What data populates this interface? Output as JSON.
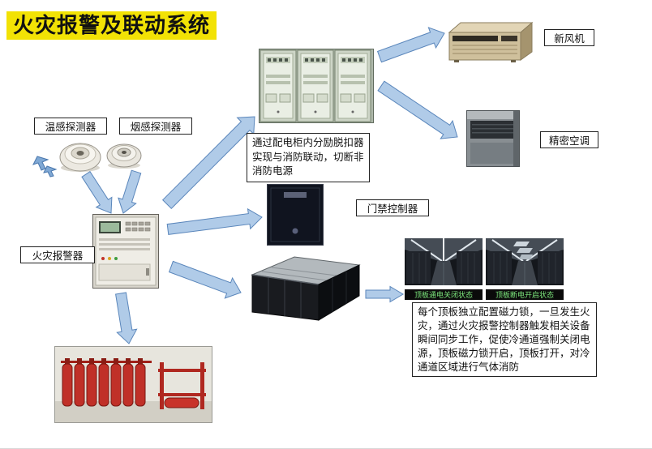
{
  "title": "火灾报警及联动系统",
  "labels": {
    "temp_detector": "温感探测器",
    "smoke_detector": "烟感探测器",
    "fire_alarm": "火灾报警器",
    "fresh_air": "新风机",
    "precision_ac": "精密空调",
    "access_controller": "门禁控制器"
  },
  "notes": {
    "power_note": "通过配电柜内分励脱扣器实现与消防联动，切断非消防电源",
    "panel_note": "每个顶板独立配置磁力锁，一旦发生火灾，通过火灾报警控制器触发相关设备瞬间同步工作，促使冷通道强制关闭电源，顶板磁力锁开启，顶板打开，对冷通道区域进行气体消防"
  },
  "captions": {
    "panel_closed": "顶板通电关闭状态",
    "panel_open": "顶板断电开启状态"
  },
  "colors": {
    "title_bg": "#f2e205",
    "arrow_fill": "#b0cbe8",
    "arrow_stroke": "#5a86bb",
    "caption_text": "#7de87d"
  }
}
